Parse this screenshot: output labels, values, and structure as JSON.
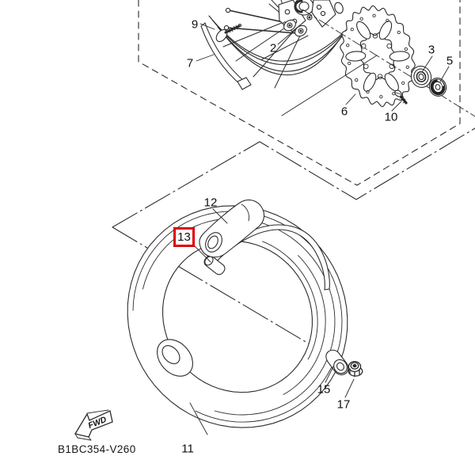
{
  "drawing_code": "B1BC354-V260",
  "fwd_label": "FWD",
  "colors": {
    "highlight_box": "#dd0000",
    "line": "#2b2b2b",
    "background": "#ffffff"
  },
  "highlighted_callout": "13",
  "callouts": [
    {
      "label": "9",
      "highlighted": false
    },
    {
      "label": "7",
      "highlighted": false
    },
    {
      "label": "2",
      "highlighted": false
    },
    {
      "label": "6",
      "highlighted": false
    },
    {
      "label": "10",
      "highlighted": false
    },
    {
      "label": "3",
      "highlighted": false
    },
    {
      "label": "5",
      "highlighted": false
    },
    {
      "label": "12",
      "highlighted": false
    },
    {
      "label": "13",
      "highlighted": true
    },
    {
      "label": "11",
      "highlighted": false
    },
    {
      "label": "15",
      "highlighted": false
    },
    {
      "label": "17",
      "highlighted": false
    }
  ]
}
